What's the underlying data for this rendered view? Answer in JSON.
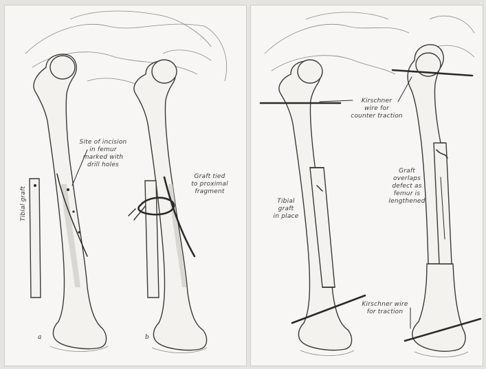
{
  "figure": {
    "labels": {
      "site_of_incision": "Site of incision\nin femur\nmarked with\ndrill holes",
      "tibial_graft_rotated": "Tibial graft",
      "graft_tied": "Graft tied\nto proximal\nfragment",
      "letter_a": "a",
      "letter_b": "b",
      "kirschner_wire_counter": "Kirschner\nwire for\ncounter traction",
      "tibial_graft_in_place": "Tibial\ngraft\nin place",
      "graft_overlaps": "Graft\noverlaps\ndefect as\nfemur is\nlengthened",
      "kirschner_wire_traction": "Kirschner wire\nfor traction"
    }
  }
}
